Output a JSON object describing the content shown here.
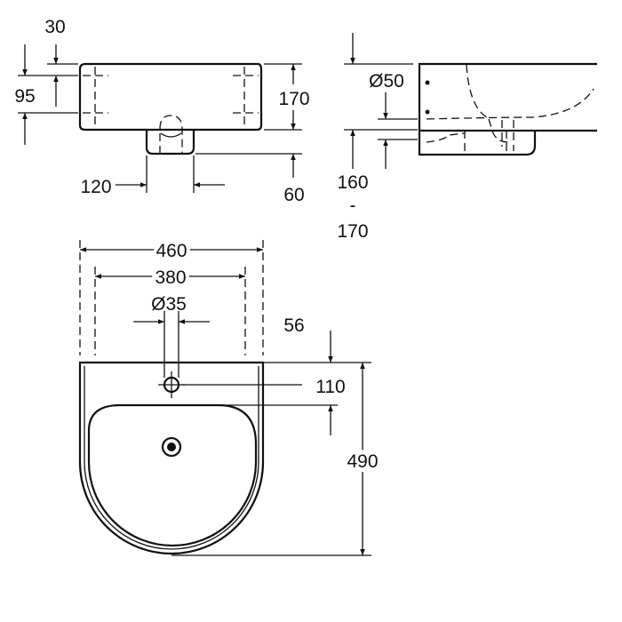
{
  "drawing": {
    "front_view": {
      "dim_top_offset": "30",
      "dim_hole_spacing": "95",
      "dim_height": "170",
      "dim_pedestal_width": "120",
      "dim_pedestal_height": "60"
    },
    "side_view": {
      "dim_drain_diameter": "Ø50",
      "dim_drain_height_min": "160",
      "dim_range_separator": "-",
      "dim_drain_height_max": "170"
    },
    "top_view": {
      "dim_overall_width": "460",
      "dim_mounting_width": "380",
      "dim_tap_hole": "Ø35",
      "dim_rim_to_tap": "56",
      "dim_rim_to_bowl": "110",
      "dim_depth": "490"
    }
  }
}
